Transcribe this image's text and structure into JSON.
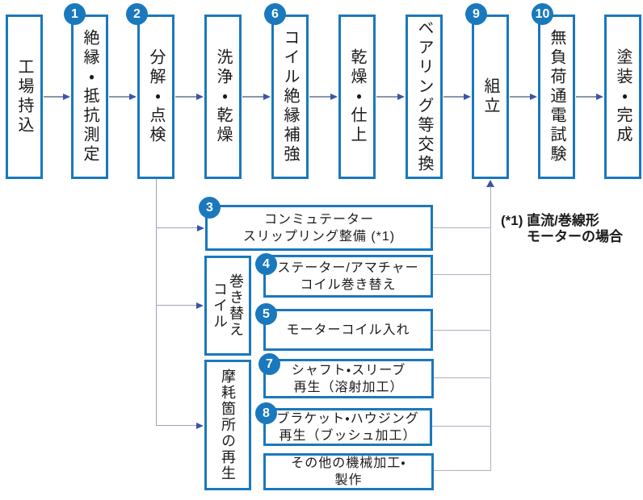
{
  "colors": {
    "box_border": "#1a78bd",
    "badge_bg": "#1a78bd",
    "badge_text": "#ffffff",
    "arrow_shaft": "#8b96a9",
    "arrow_head": "#3a55a8",
    "connector": "#a9b1c0",
    "text": "#1a1a1a",
    "background": "#ffffff"
  },
  "flow": {
    "main_steps": [
      {
        "label": "工場持込",
        "badge": null
      },
      {
        "label": "絶縁・抵抗測定",
        "badge": "1"
      },
      {
        "label": "分解・点検",
        "badge": "2"
      },
      {
        "label": "洗浄・乾燥",
        "badge": null
      },
      {
        "label": "コイル絶縁補強",
        "badge": "6"
      },
      {
        "label": "乾燥・仕上",
        "badge": null
      },
      {
        "label": "ベアリング等交換",
        "badge": null
      },
      {
        "label": "組立",
        "badge": "9"
      },
      {
        "label": "無負荷通電試験",
        "badge": "10"
      },
      {
        "label": "塗装・完成",
        "badge": null
      }
    ],
    "sub_steps": [
      {
        "badge": "3",
        "lines": [
          "コンミュテーター",
          "スリップリング整備 (*1)"
        ]
      },
      {
        "badge": "4",
        "lines": [
          "ステーター/アマチャー",
          "コイル巻き替え"
        ]
      },
      {
        "badge": "5",
        "lines": [
          "モーターコイル入れ"
        ]
      },
      {
        "badge": "7",
        "lines": [
          "シャフト・スリーブ",
          "再生（溶射加工）"
        ]
      },
      {
        "badge": "8",
        "lines": [
          "ブラケット・ハウジング",
          "再生（ブッシュ加工）"
        ]
      },
      {
        "badge": null,
        "lines": [
          "その他の機械加工・",
          "製作"
        ]
      }
    ],
    "group_labels": [
      {
        "columns": [
          "コイル",
          "巻き替え"
        ]
      },
      {
        "label": "摩耗箇所の再生"
      }
    ],
    "footnote": [
      "(*1) 直流/巻線形",
      "モーターの場合"
    ]
  }
}
